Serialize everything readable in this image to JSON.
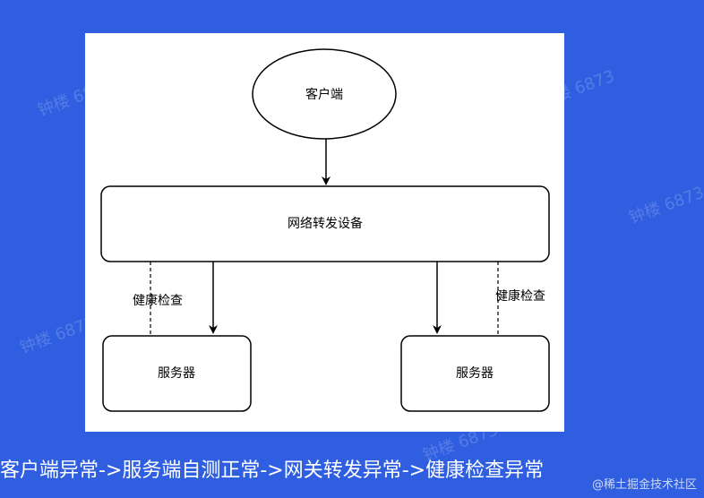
{
  "diagram": {
    "client_label": "客户端",
    "gateway_label": "网络转发设备",
    "health_check_left": "健康检查",
    "health_check_right": "健康检查",
    "server_left_label": "服务器",
    "server_right_label": "服务器"
  },
  "caption": "客户端异常->服务端自测正常->网关转发异常->健康检查异常",
  "watermark": "钟楼 6873",
  "footer_credit": "@稀土掘金技术社区",
  "colors": {
    "background": "#2f5fe0",
    "canvas": "#ffffff",
    "stroke": "#000000"
  }
}
